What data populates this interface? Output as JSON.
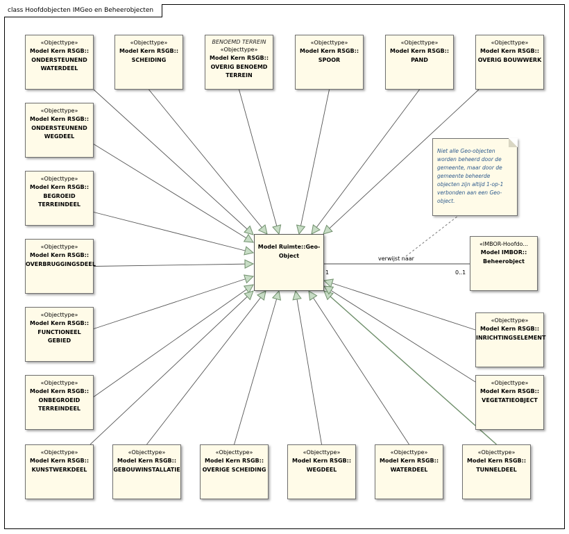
{
  "diagram": {
    "frame_title": "class Hoofdobjecten IMGeo en Beheerobjecten",
    "center": {
      "line1": "Model Ruimte::Geo-",
      "line2": "Object"
    },
    "classes": [
      {
        "id": "ondersteunend-waterdeel",
        "stereotype": "«Objecttype»",
        "tag": "",
        "lines": [
          "Model Kern RSGB::",
          "ONDERSTEUNEND",
          "WATERDEEL"
        ]
      },
      {
        "id": "scheiding",
        "stereotype": "«Objecttype»",
        "tag": "",
        "lines": [
          "Model Kern RSGB::",
          "SCHEIDING"
        ]
      },
      {
        "id": "overig-benoemd-terrein",
        "stereotype": "«Objecttype»",
        "tag": "BENOEMD TERREIN",
        "lines": [
          "Model Kern RSGB::",
          "OVERIG BENOEMD",
          "TERREIN"
        ]
      },
      {
        "id": "spoor",
        "stereotype": "«Objecttype»",
        "tag": "",
        "lines": [
          "Model Kern RSGB::",
          "SPOOR"
        ]
      },
      {
        "id": "pand",
        "stereotype": "«Objecttype»",
        "tag": "",
        "lines": [
          "Model Kern RSGB::",
          "PAND"
        ]
      },
      {
        "id": "overig-bouwwerk",
        "stereotype": "«Objecttype»",
        "tag": "",
        "lines": [
          "Model Kern RSGB::",
          "OVERIG BOUWWERK"
        ]
      },
      {
        "id": "ondersteunend-wegdeel",
        "stereotype": "«Objecttype»",
        "tag": "",
        "lines": [
          "Model Kern RSGB::",
          "ONDERSTEUNEND",
          "WEGDEEL"
        ]
      },
      {
        "id": "begroeid-terreindeel",
        "stereotype": "«Objecttype»",
        "tag": "",
        "lines": [
          "Model Kern RSGB::",
          "BEGROEID",
          "TERREINDEEL"
        ]
      },
      {
        "id": "overbruggingsdeel",
        "stereotype": "«Objecttype»",
        "tag": "",
        "lines": [
          "Model Kern RSGB::",
          "OVERBRUGGINGSDEEL"
        ]
      },
      {
        "id": "functioneel-gebied",
        "stereotype": "«Objecttype»",
        "tag": "",
        "lines": [
          "Model Kern RSGB::",
          "FUNCTIONEEL GEBIED"
        ]
      },
      {
        "id": "onbegroeid-terreindeel",
        "stereotype": "«Objecttype»",
        "tag": "",
        "lines": [
          "Model Kern RSGB::",
          "ONBEGROEID",
          "TERREINDEEL"
        ]
      },
      {
        "id": "kunstwerkdeel",
        "stereotype": "«Objecttype»",
        "tag": "",
        "lines": [
          "Model Kern RSGB::",
          "KUNSTWERKDEEL"
        ]
      },
      {
        "id": "gebouwinstallatie",
        "stereotype": "«Objecttype»",
        "tag": "",
        "lines": [
          "Model Kern RSGB::",
          "GEBOUWINSTALLATIE"
        ]
      },
      {
        "id": "overige-scheiding",
        "stereotype": "«Objecttype»",
        "tag": "",
        "lines": [
          "Model Kern RSGB::",
          "OVERIGE SCHEIDING"
        ]
      },
      {
        "id": "wegdeel",
        "stereotype": "«Objecttype»",
        "tag": "",
        "lines": [
          "Model Kern RSGB::",
          "WEGDEEL"
        ]
      },
      {
        "id": "waterdeel",
        "stereotype": "«Objecttype»",
        "tag": "",
        "lines": [
          "Model Kern RSGB::",
          "WATERDEEL"
        ]
      },
      {
        "id": "tunneldeel",
        "stereotype": "«Objecttype»",
        "tag": "",
        "lines": [
          "Model Kern RSGB::",
          "TUNNELDEEL"
        ]
      },
      {
        "id": "inrichtingselement",
        "stereotype": "«Objecttype»",
        "tag": "",
        "lines": [
          "Model Kern RSGB::",
          "INRICHTINGSELEMENT"
        ]
      },
      {
        "id": "vegetatieobject",
        "stereotype": "«Objecttype»",
        "tag": "",
        "lines": [
          "Model Kern RSGB::",
          "VEGETATIEOBJECT"
        ]
      },
      {
        "id": "beheerobject",
        "stereotype": "«IMBOR-Hoofdo...",
        "tag": "",
        "lines": [
          "Model IMBOR::",
          "Beheerobject"
        ]
      }
    ],
    "association": {
      "label": "verwijst naar",
      "source_multiplicity": "1",
      "target_multiplicity": "0..1"
    },
    "note": {
      "lines": [
        "Niet alle Geo-objecten",
        "worden beheerd door de",
        "gemeente, maar door de",
        "gemeente beheerde",
        "objecten zijn altijd 1-op-1",
        "verbonden aan een Geo-",
        "object."
      ]
    },
    "colors": {
      "box_fill": "#fffbe8",
      "arrowhead_fill": "#c7dcc5",
      "line": "#555555",
      "highlight_line": "#6f8f6b",
      "note_text": "#2d5a8c"
    }
  }
}
